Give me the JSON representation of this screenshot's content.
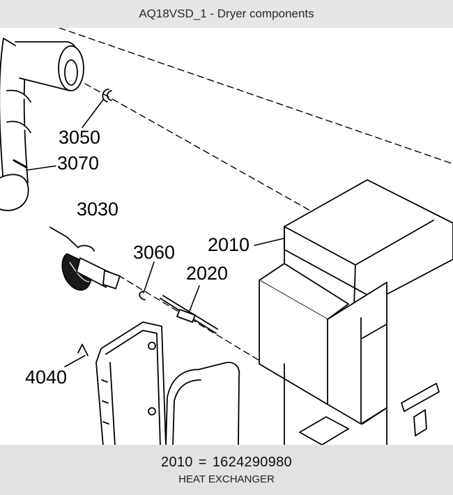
{
  "header": {
    "title": "AQ18VSD_1 - Dryer components"
  },
  "diagram": {
    "callouts": [
      "3050",
      "3070",
      "3030",
      "3060",
      "2010",
      "2020",
      "4040"
    ]
  },
  "selection": {
    "ref": "2010",
    "separator": "=",
    "part_number": "1624290980",
    "description": "HEAT EXCHANGER"
  }
}
